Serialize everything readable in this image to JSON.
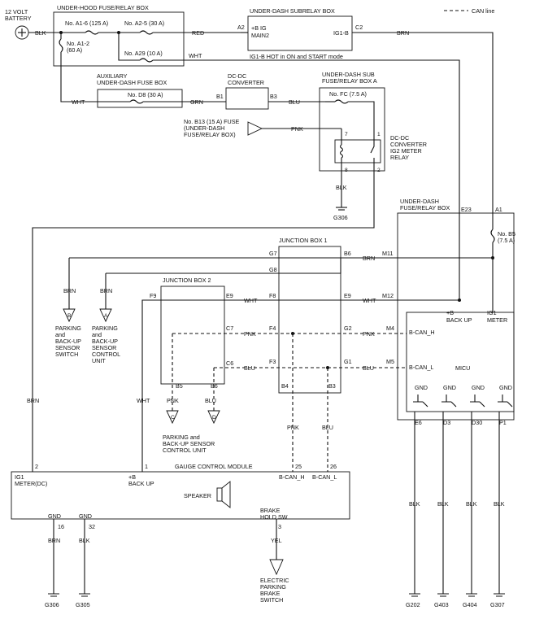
{
  "legend": {
    "can_line": "CAN line"
  },
  "battery": {
    "line1": "12 VOLT",
    "line2": "BATTERY"
  },
  "underhood_box": {
    "title": "UNDER-HOOD FUSE/RELAY BOX",
    "fuse_a1_6": "No. A1-6 (125 A)",
    "fuse_a2_5": "No. A2-5 (30 A)",
    "fuse_a1_2_line1": "No. A1-2",
    "fuse_a1_2_line2": "(60 A)",
    "fuse_a29": "No. A29 (10 A)"
  },
  "subrelay_box": {
    "title": "UNDER-DASH SUBRELAY BOX",
    "pin_a2": "A2",
    "plus_b_ig": "+B IG",
    "main2": "MAIN2",
    "ig1b": "IG1-B",
    "pin_c2": "C2",
    "note": "IG1-B HOT in ON and START mode"
  },
  "aux_box": {
    "title1": "AUXILIARY",
    "title2": "UNDER-DASH FUSE BOX",
    "fuse_d8": "No. D8 (30 A)"
  },
  "dcdc_converter": {
    "title1": "DC-DC",
    "title2": "CONVERTER",
    "pin_b1": "B1",
    "pin_b3": "B3"
  },
  "sub_box_a": {
    "title1": "UNDER-DASH SUB",
    "title2": "FUSE/RELAY BOX A",
    "fuse_fc": "No. FC (7.5 A)",
    "pin7": "7",
    "pin1": "1",
    "pin8": "8",
    "pin2": "2",
    "relay1": "DC-DC",
    "relay2": "CONVERTER",
    "relay3": "IG2 METER",
    "relay4": "RELAY"
  },
  "b13_fuse": {
    "line1": "No. B13 (15 A) FUSE",
    "line2": "(UNDER-DASH",
    "line3": "FUSE/RELAY BOX)"
  },
  "underdash_box": {
    "title1": "UNDER-DASH",
    "title2": "FUSE/RELAY BOX",
    "pin_e23": "E23",
    "pin_a1": "A1",
    "fuse_b5_1": "No. B5",
    "fuse_b5_2": "(7.5 A)"
  },
  "junction1": {
    "title": "JUNCTION BOX 1",
    "g7": "G7",
    "b6": "B6",
    "g8": "G8",
    "m11": "M11",
    "f8": "F8",
    "e9": "E9",
    "m12": "M12",
    "f4": "F4",
    "g2": "G2",
    "m4": "M4",
    "f3": "F3",
    "g1": "G1",
    "m5": "M5",
    "b4": "B4",
    "b3": "B3"
  },
  "junction2": {
    "title": "JUNCTION BOX 2",
    "f9": "F9",
    "e9": "E9",
    "c7": "C7",
    "c6": "C6",
    "b5": "B5",
    "b6": "B6"
  },
  "micu": {
    "name": "MICU",
    "backup1": "+B",
    "backup2": "BACK UP",
    "ig1": "IG1",
    "meter": "METER",
    "bcan_h": "B-CAN_H",
    "bcan_l": "B-CAN_L",
    "gnd": "GND",
    "e6": "E6",
    "d3": "D3",
    "d30": "D30",
    "p1": "P1"
  },
  "gcm": {
    "title": "GAUGE CONTROL MODULE",
    "ig1": "IG1",
    "meter_dc": "METER(DC)",
    "pin2": "2",
    "pin1": "1",
    "backup1": "+B",
    "backup2": "BACK UP",
    "pin25": "25",
    "pin26": "26",
    "bcan_h": "B-CAN_H",
    "bcan_l": "B-CAN_L",
    "speaker": "SPEAKER",
    "gnd1": "GND",
    "gnd2": "GND",
    "pin16": "16",
    "pin32": "32",
    "brake1": "BRAKE",
    "brake2": "HOLD SW",
    "pin3": "3"
  },
  "parking_connectors": {
    "a": "A",
    "b": "B",
    "c": "C",
    "d": "D",
    "sw1": "PARKING",
    "sw2": "and",
    "sw3": "BACK-UP",
    "sw4": "SENSOR",
    "sw5": "SWITCH",
    "cu1": "PARKING",
    "cu2": "and",
    "cu3": "BACK-UP",
    "cu4": "SENSOR",
    "cu5": "CONTROL",
    "cu6": "UNIT",
    "bottom1": "PARKING and",
    "bottom2": "BACK-UP SENSOR",
    "bottom3": "CONTROL UNIT"
  },
  "epb_switch": {
    "line1": "ELECTRIC",
    "line2": "PARKING",
    "line3": "BRAKE",
    "line4": "SWITCH"
  },
  "wire_colors": {
    "blk": "BLK",
    "red": "RED",
    "wht": "WHT",
    "grn": "GRN",
    "blu": "BLU",
    "pnk": "PNK",
    "brn": "BRN",
    "yel": "YEL"
  },
  "grounds": {
    "g306a": "G306",
    "g306b": "G306",
    "g305": "G305",
    "g202": "G202",
    "g403": "G403",
    "g404": "G404",
    "g307": "G307"
  }
}
